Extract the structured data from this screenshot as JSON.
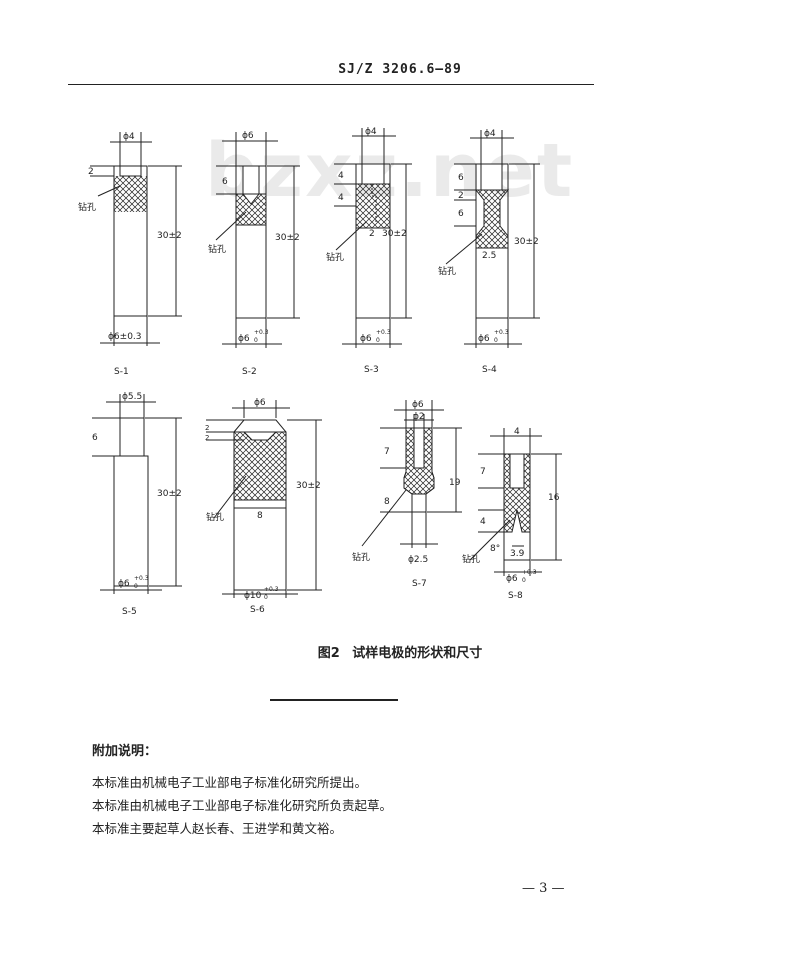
{
  "header": {
    "standard_no": "SJ/Z 3206.6—89"
  },
  "watermark": "bzxz.net",
  "figures": {
    "s1": {
      "top_dim": "ϕ4",
      "dims": [
        "2",
        "30±2"
      ],
      "hole": "钻孔",
      "bottom_dim": "ϕ6±0.3",
      "caption": "S-1"
    },
    "s2": {
      "top_dim": "ϕ6",
      "dims": [
        "6",
        "30±2"
      ],
      "hole": "钻孔",
      "bottom_dim": "ϕ6",
      "tol": "+0.3",
      "tol_low": "0",
      "caption": "S-2"
    },
    "s3": {
      "top_dim": "ϕ4",
      "dims": [
        "4",
        "4",
        "2",
        "30±2"
      ],
      "hole": "钻孔",
      "bottom_dim": "ϕ6",
      "tol": "+0.3",
      "tol_low": "0",
      "caption": "S-3"
    },
    "s4": {
      "top_dim": "ϕ4",
      "dims": [
        "6",
        "2",
        "6",
        "2.5",
        "30±2"
      ],
      "hole": "钻孔",
      "bottom_dim": "ϕ6",
      "tol": "+0.3",
      "tol_low": "0",
      "caption": "S-4"
    },
    "s5": {
      "top_dim": "ϕ5.5",
      "dims": [
        "6",
        "30±2"
      ],
      "bottom_dim": "ϕ6",
      "tol": "+0.3",
      "tol_low": "0",
      "caption": "S-5"
    },
    "s6": {
      "top_dim": "ϕ6",
      "dims": [
        "2",
        "2",
        "30±2",
        "8"
      ],
      "hole": "钻孔",
      "bottom_dim": "ϕ10",
      "tol": "+0.3",
      "tol_low": "0",
      "caption": "S-6"
    },
    "s7": {
      "top_dim": "ϕ6",
      "top_dim2": "ϕ2",
      "dims": [
        "7",
        "19",
        "8"
      ],
      "hole": "钻孔",
      "bottom_dim": "ϕ2.5",
      "caption": "S-7"
    },
    "s8": {
      "top_dim": "4",
      "dims": [
        "7",
        "16",
        "4",
        "8°",
        "3.9"
      ],
      "hole": "钻孔",
      "bottom_dim": "ϕ6",
      "tol": "+0.3",
      "tol_low": "0",
      "caption": "S-8"
    }
  },
  "figure_caption": {
    "number": "图2",
    "text": "试样电极的形状和尺寸"
  },
  "notes": {
    "title": "附加说明：",
    "lines": [
      "本标准由机械电子工业部电子标准化研究所提出。",
      "本标准由机械电子工业部电子标准化研究所负责起草。",
      "本标准主要起草人赵长春、王进学和黄文裕。"
    ]
  },
  "page_number": "— 3 —"
}
